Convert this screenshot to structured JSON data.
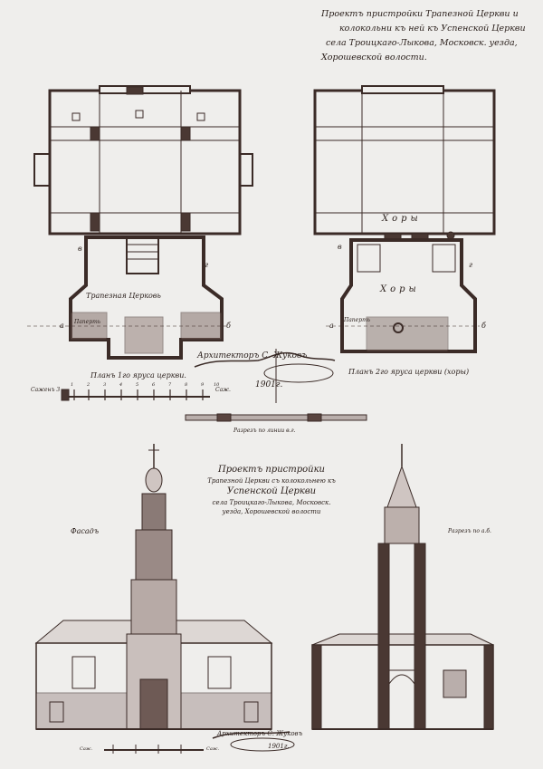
{
  "sheet_title": {
    "line1": "Проектъ пристройки Трапезной Церкви и",
    "line2": "колокольни къ ней къ Успенской Церкви",
    "line3": "села Троицкаго-Лыкова, Московск. уезда,",
    "line4": "Хорошевской волости."
  },
  "lower_title": {
    "line1": "Проектъ пристройки",
    "line2": "Трапезной Церкви съ колокольнею къ",
    "line3": "Успенской Церкви",
    "line4": "села Троицкаго-Лыкова, Московск.",
    "line5": "уезда, Хорошевской волости"
  },
  "plan1": {
    "caption": "Планъ 1го яруса церкви.",
    "room_label": "Трапезная Церковь",
    "porch_label": "Паперть",
    "marks": [
      "а",
      "б",
      "в",
      "г"
    ]
  },
  "plan2": {
    "caption": "Планъ 2го яруса церкви (хоры)",
    "choir_label_upper": "Хоры",
    "choir_label_lower": "Хоры",
    "porch_label": "Паперть",
    "marks": [
      "а",
      "б",
      "в",
      "г"
    ]
  },
  "scale_bar": {
    "label_left": "Саженъ 3",
    "label_right": "Саж.",
    "ticks": [
      "1",
      "2",
      "3",
      "4",
      "5",
      "6",
      "7",
      "8",
      "9",
      "10"
    ]
  },
  "section_vg": {
    "caption": "Разрезъ по линии в.г."
  },
  "facade": {
    "caption": "Фасадъ"
  },
  "section_ab": {
    "caption": "Разрезъ по а.б."
  },
  "signature": {
    "text": "Архитекторъ С. Жуковъ",
    "year": "1901г."
  },
  "bottom_signature": {
    "text": "Архитекторъ С. Жуковъ",
    "year": "1901г."
  },
  "bottom_scale": {
    "label_left": "Саж.",
    "label_right": "Саж."
  },
  "colors": {
    "paper": "#efeeec",
    "ink": "#2b201c",
    "wall": "#5a4540",
    "wall_dark": "#3b2b27"
  }
}
